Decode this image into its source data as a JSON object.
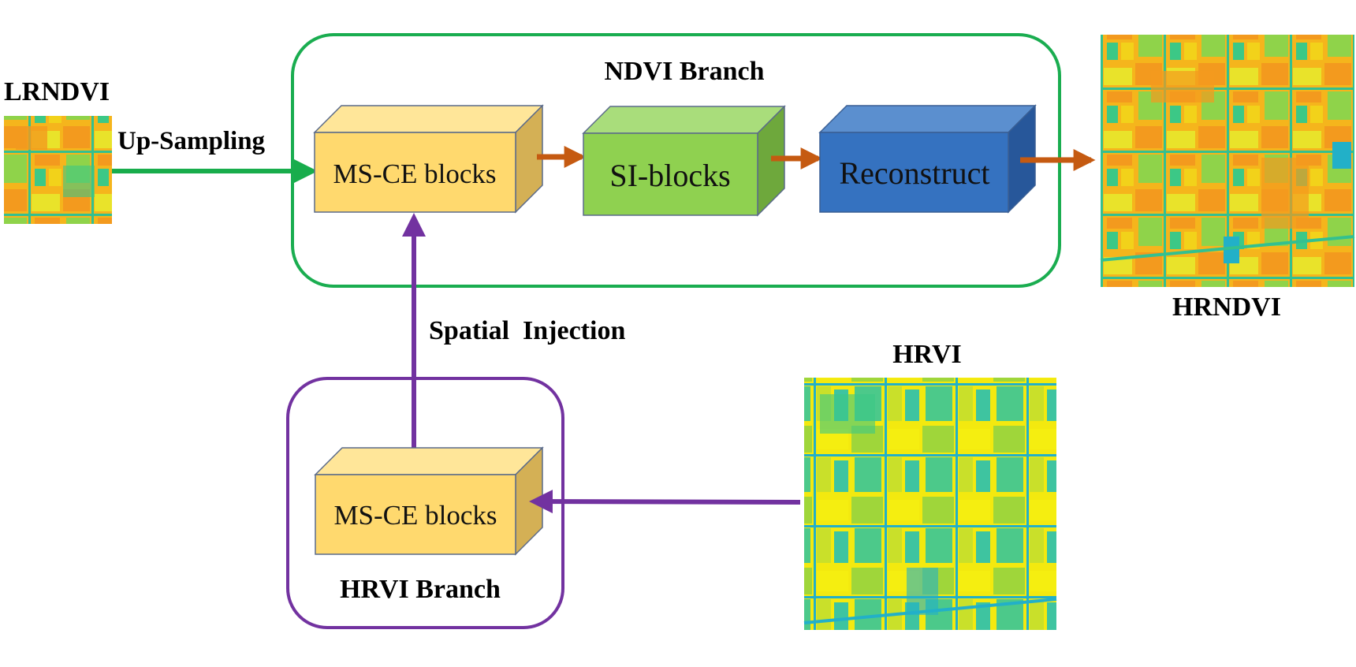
{
  "labels": {
    "lrndvi": "LRNDVI",
    "up_sampling": "Up-Sampling",
    "ndvi_branch": "NDVI Branch",
    "hrndvi": "HRNDVI",
    "spatial_injection": "Spatial  Injection",
    "hrvi": "HRVI",
    "hrvi_branch": "HRVI Branch"
  },
  "blocks": {
    "ms_ce_top": "MS-CE blocks",
    "si_blocks": "SI-blocks",
    "reconstruct": "Reconstruct",
    "ms_ce_bottom": "MS-CE blocks"
  },
  "images": {
    "lrndvi": "low-resolution NDVI map",
    "hrndvi": "high-resolution NDVI map",
    "hrvi": "high-resolution VI map"
  },
  "colors": {
    "ndvi_branch_border": "#1aad50",
    "hrvi_branch_border": "#7232a0",
    "up_sampling_arrow": "#18ad4c",
    "spatial_injection_arrow": "#7232a0",
    "flow_arrow": "#c55a11",
    "ms_ce_front": "#ffd96e",
    "ms_ce_top": "#ffe699",
    "ms_ce_side": "#d4b055",
    "si_front": "#8fd150",
    "si_top": "#a9dd7b",
    "si_side": "#6ea83c",
    "reconstruct_front": "#3572c0",
    "reconstruct_top": "#5b8fcf",
    "reconstruct_side": "#27579a",
    "map_yellow": "#f3e90f",
    "map_orange": "#f5a623",
    "map_green": "#3cc886",
    "map_cyan": "#22b0c8"
  }
}
